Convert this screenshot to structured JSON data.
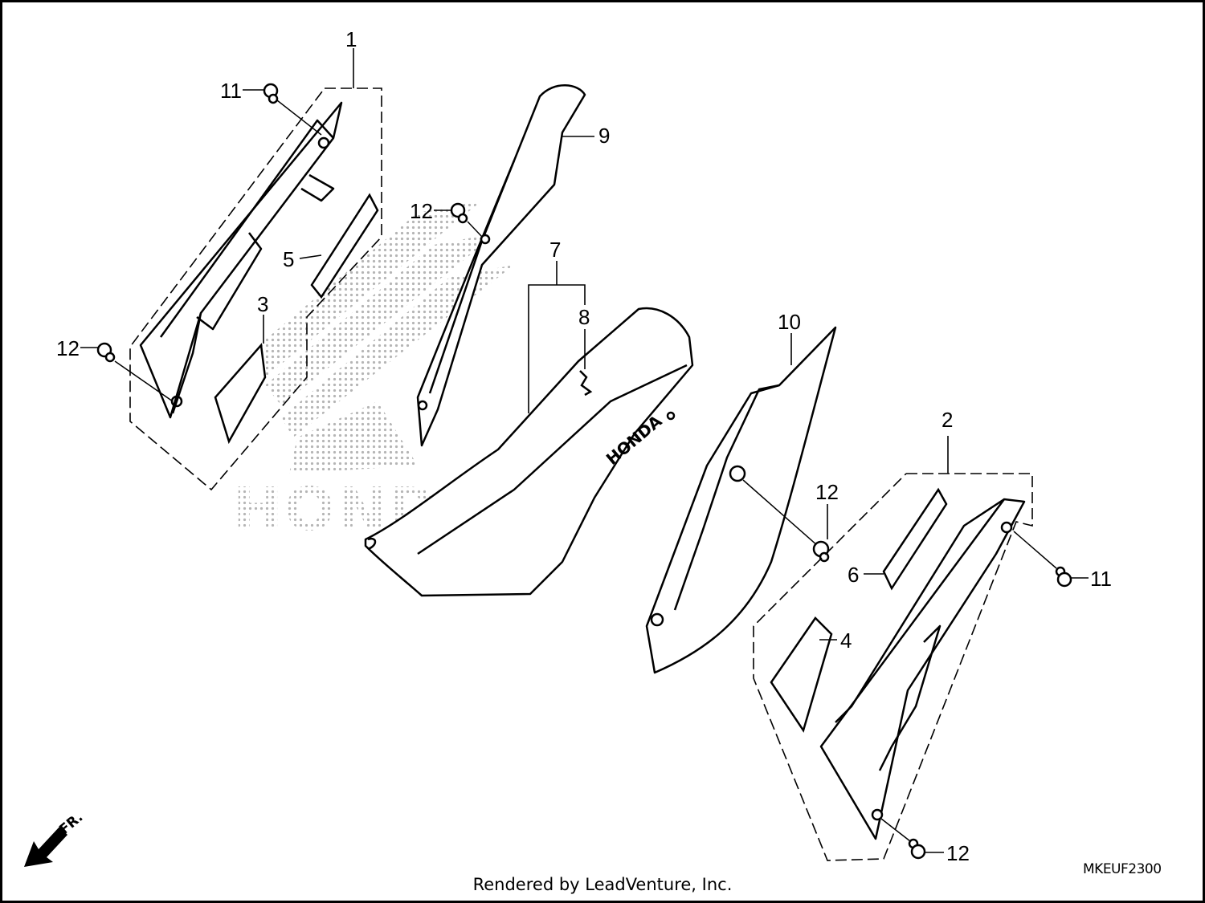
{
  "callouts": {
    "c1": "1",
    "c2": "2",
    "c3": "3",
    "c4": "4",
    "c5": "5",
    "c6": "6",
    "c7": "7",
    "c8": "8",
    "c9": "9",
    "c10": "10",
    "c11a": "11",
    "c11b": "11",
    "c12a": "12",
    "c12b": "12",
    "c12c": "12",
    "c12d": "12"
  },
  "watermark": {
    "brand": "HONDA"
  },
  "panel_brand": "HONDA",
  "direction_label": "FR.",
  "diagram_code": "MKEUF2300",
  "footer": {
    "credit": "Rendered by LeadVenture, Inc."
  },
  "colors": {
    "ink": "#000000",
    "watermark": "#b8b8b8",
    "frame": "#000000"
  }
}
